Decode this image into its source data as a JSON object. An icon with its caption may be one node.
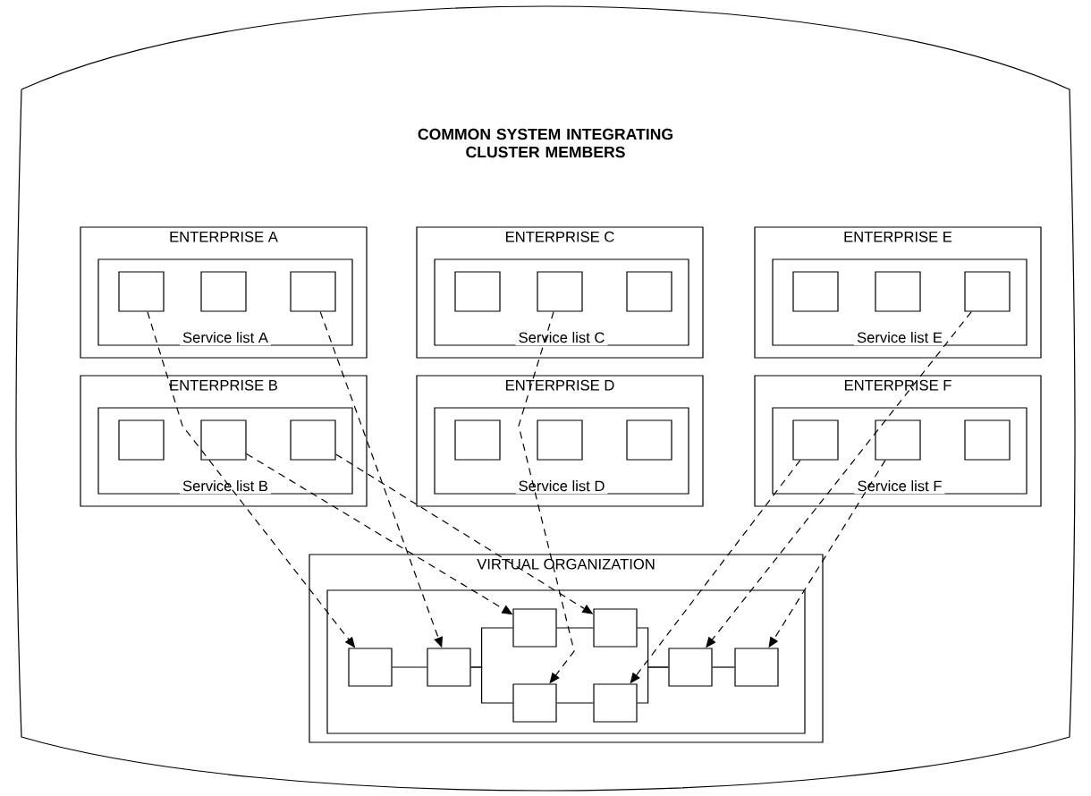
{
  "diagram": {
    "nodes": [
      {
        "text": [
          "COMMON SYSTEM INTEGRATING CLUSTER MEMBERS"
        ]
      },
      {
        "text": [
          "ENTERPRISE A"
        ],
        "in": 0
      },
      {
        "text": [
          "Service list A"
        ],
        "in": 1
      },
      {
        "text": [],
        "shape": "box",
        "in": 2
      },
      {
        "text": [],
        "shape": "box",
        "in": 2
      },
      {
        "text": [],
        "shape": "box",
        "in": 2
      },
      {
        "text": [
          "ENTERPRISE C"
        ],
        "in": 0
      },
      {
        "text": [
          "Service list C"
        ],
        "in": 6
      },
      {
        "text": [],
        "shape": "box",
        "in": 7
      },
      {
        "text": [],
        "shape": "box",
        "in": 7
      },
      {
        "text": [],
        "shape": "box",
        "in": 7
      },
      {
        "text": [
          "ENTERPRISE E"
        ],
        "in": 0
      },
      {
        "text": [
          "Service list E"
        ],
        "in": 11
      },
      {
        "text": [],
        "shape": "box",
        "in": 12
      },
      {
        "text": [],
        "shape": "box",
        "in": 12
      },
      {
        "text": [],
        "shape": "box",
        "in": 12
      },
      {
        "text": [
          "ENTERPRISE B"
        ],
        "in": 0
      },
      {
        "text": [
          "Service list B"
        ],
        "in": 16
      },
      {
        "text": [],
        "shape": "box",
        "in": 17
      },
      {
        "text": [],
        "shape": "box",
        "in": 17
      },
      {
        "text": [],
        "shape": "box",
        "in": 17
      },
      {
        "text": [
          "ENTERPRISE D"
        ],
        "in": 0
      },
      {
        "text": [
          "Service list D"
        ],
        "in": 21
      },
      {
        "text": [],
        "shape": "box",
        "in": 22
      },
      {
        "text": [],
        "shape": "box",
        "in": 22
      },
      {
        "text": [],
        "shape": "box",
        "in": 22
      },
      {
        "text": [
          "ENTERPRISE F"
        ],
        "in": 0
      },
      {
        "text": [
          "Service list F"
        ],
        "in": 26
      },
      {
        "text": [],
        "shape": "box",
        "in": 27
      },
      {
        "text": [],
        "shape": "box",
        "in": 27
      },
      {
        "text": [],
        "shape": "box",
        "in": 27
      },
      {
        "text": [
          "VIRTUAL ORGANIZATION"
        ],
        "in": 0
      },
      {
        "text": [],
        "shape": "box",
        "in": 31
      },
      {
        "text": [],
        "shape": "box",
        "in": 32
      },
      {
        "text": [],
        "shape": "box",
        "in": 32
      },
      {
        "text": [],
        "shape": "box",
        "in": 32
      },
      {
        "text": [],
        "shape": "box",
        "in": 32
      },
      {
        "text": [],
        "shape": "box",
        "in": 32
      },
      {
        "text": [],
        "shape": "box",
        "in": 32
      },
      {
        "text": [],
        "shape": "box",
        "in": 32
      },
      {
        "text": [],
        "shape": "box",
        "in": 32
      }
    ],
    "edges": [
      {
        "from": 3,
        "to": 33,
        "arrow": "to",
        "style": "dashed"
      },
      {
        "from": 5,
        "to": 34,
        "arrow": "to",
        "style": "dashed"
      },
      {
        "from": 19,
        "to": 35,
        "arrow": "to",
        "style": "dashed"
      },
      {
        "from": 20,
        "to": 36,
        "arrow": "to",
        "style": "dashed"
      },
      {
        "from": 9,
        "to": 37,
        "arrow": "to",
        "style": "dashed"
      },
      {
        "from": 15,
        "to": 39,
        "arrow": "to",
        "style": "dashed"
      },
      {
        "from": 28,
        "to": 38,
        "arrow": "to",
        "style": "dashed"
      },
      {
        "from": 29,
        "to": 40,
        "arrow": "to",
        "style": "dashed"
      },
      {
        "from": 33,
        "to": 34,
        "arrow": "none"
      },
      {
        "from": 34,
        "to": 35,
        "arrow": "none"
      },
      {
        "from": 34,
        "to": 37,
        "arrow": "none"
      },
      {
        "from": 35,
        "to": 36,
        "arrow": "none"
      },
      {
        "from": 37,
        "to": 38,
        "arrow": "none"
      },
      {
        "from": 36,
        "to": 39,
        "arrow": "none"
      },
      {
        "from": 38,
        "to": 39,
        "arrow": "none"
      },
      {
        "from": 39,
        "to": 40,
        "arrow": "none"
      }
    ]
  }
}
